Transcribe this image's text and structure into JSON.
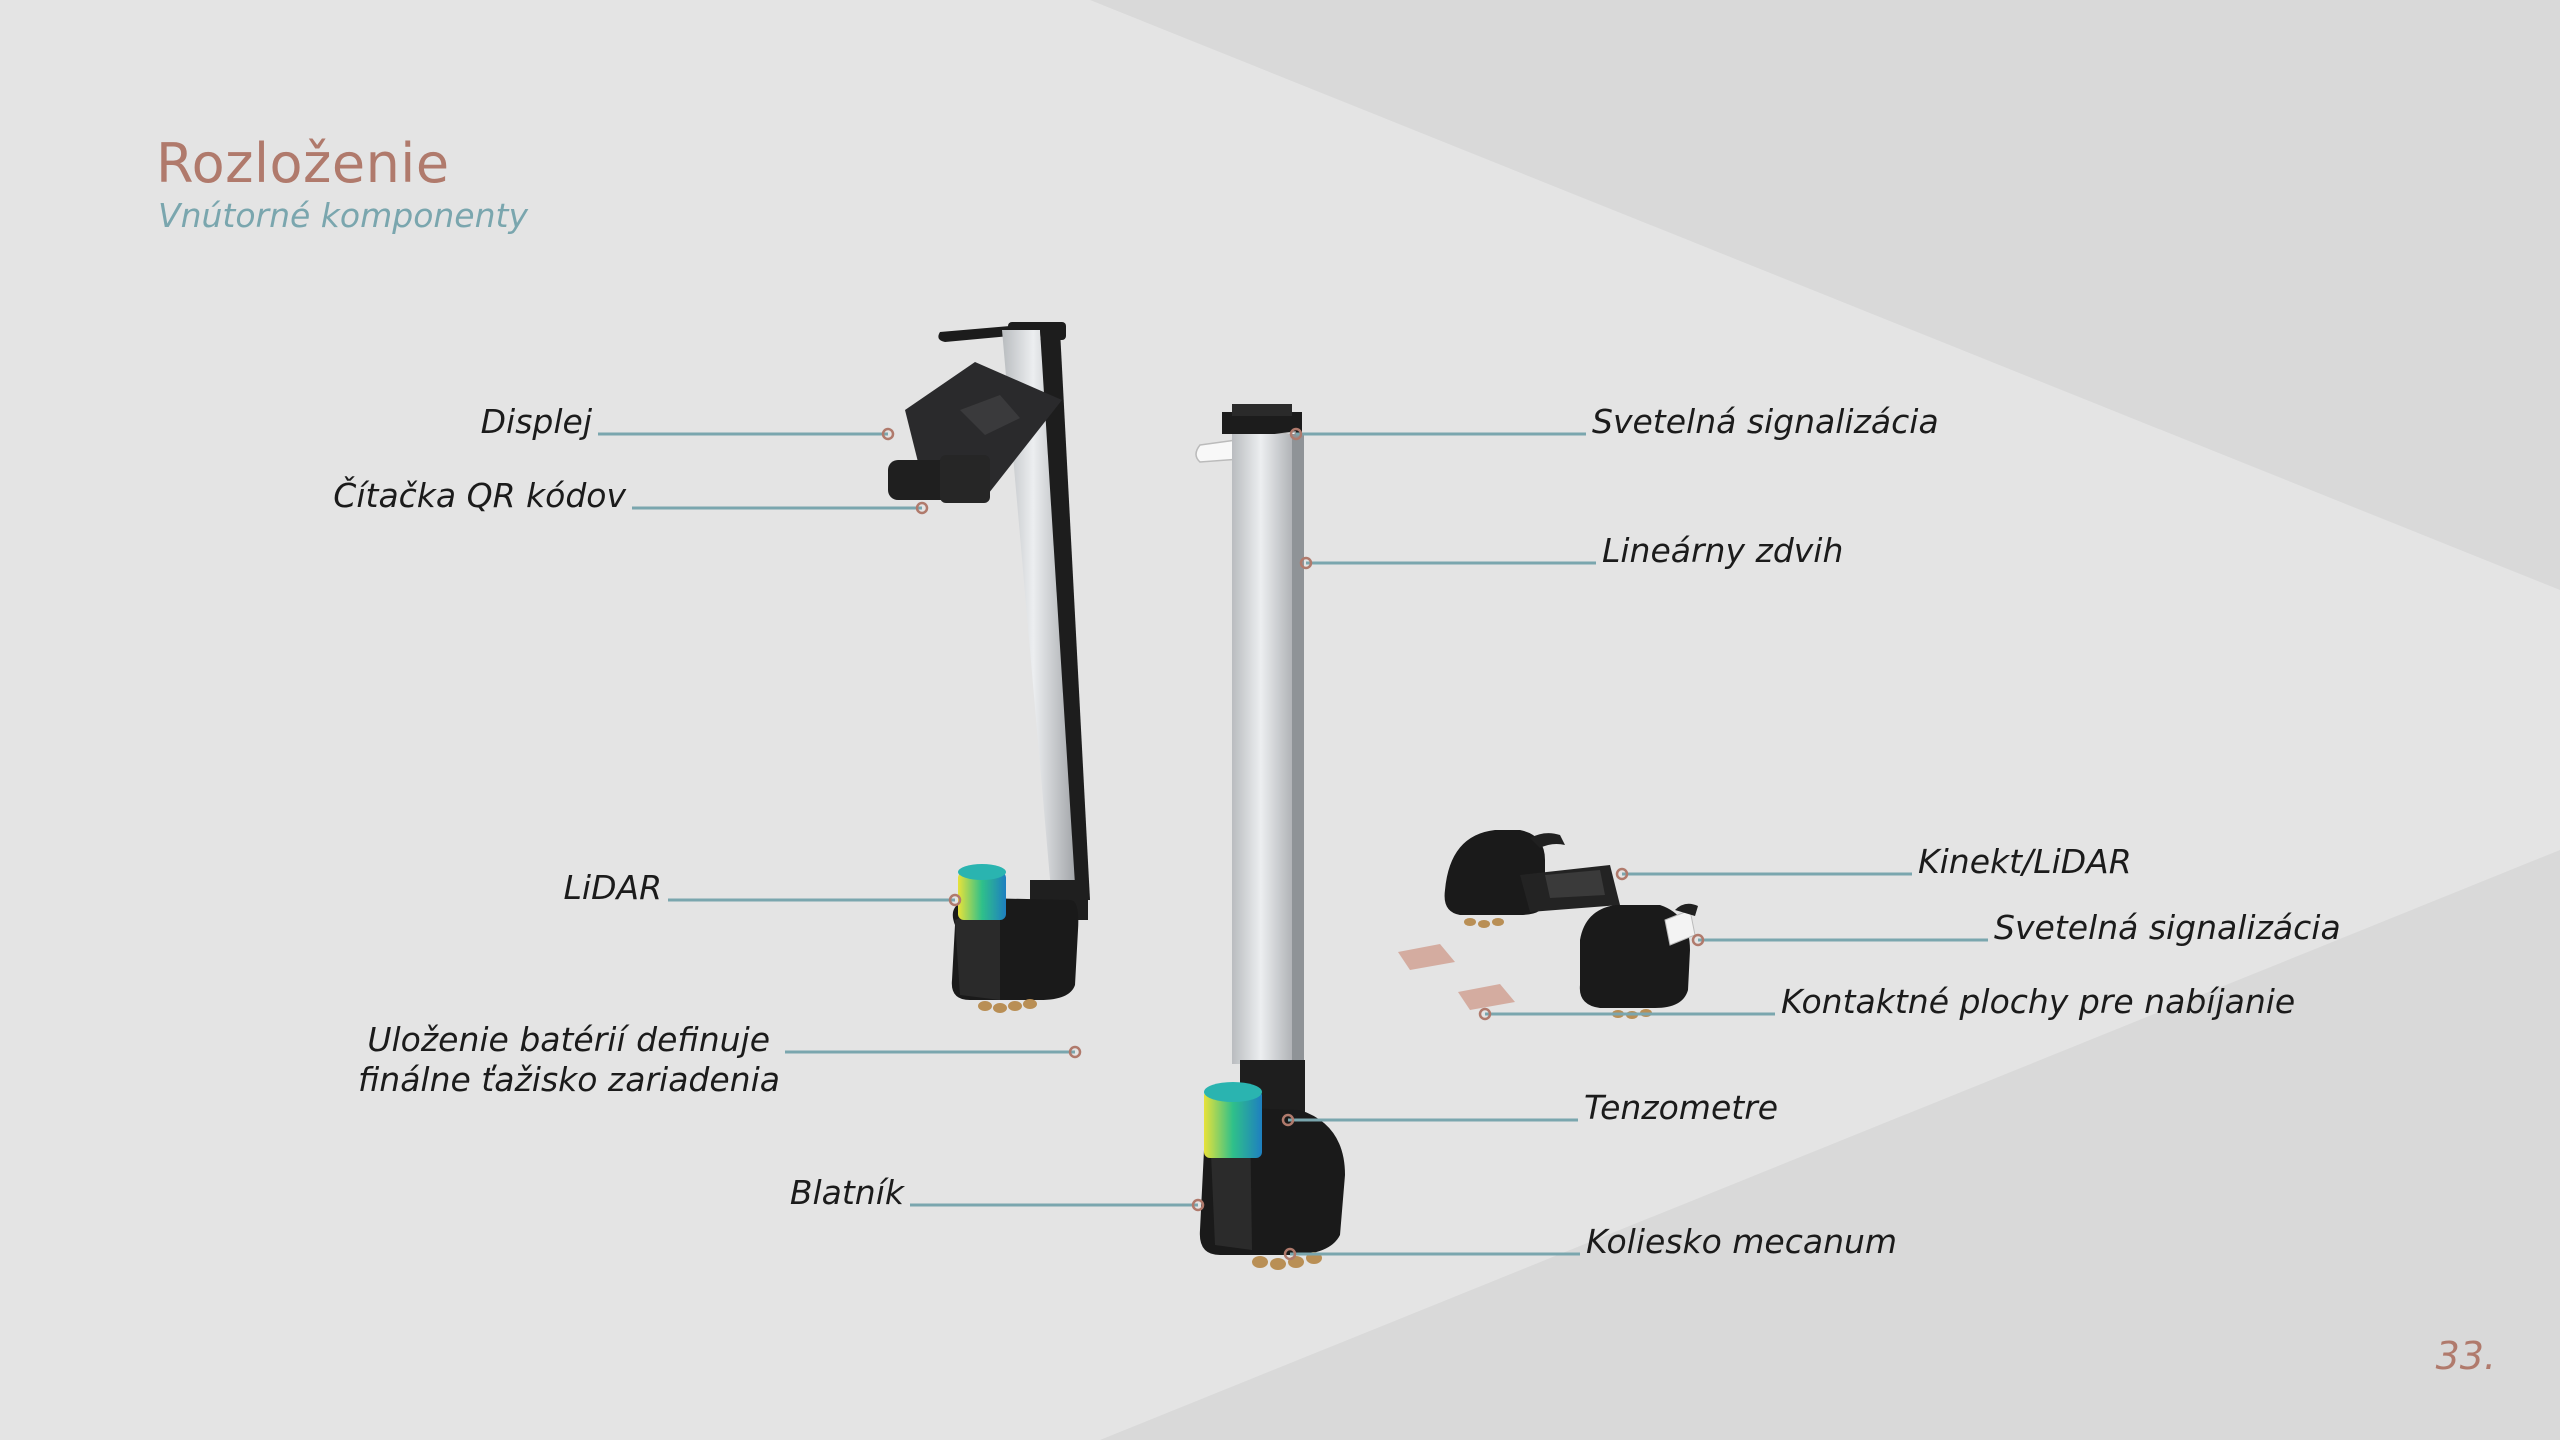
{
  "slide": {
    "title": "Rozloženie",
    "subtitle": "Vnútorné komponenty",
    "page_number": "33."
  },
  "callouts": {
    "display": "Displej",
    "qr_reader": "Čítačka QR kódov",
    "lidar_left": "LiDAR",
    "battery_line1": "Uloženie batérií definuje",
    "battery_line2": "finálne ťažisko zariadenia",
    "fender": "Blatník",
    "light_signal_top": "Svetelná signalizácia",
    "linear_lift": "Lineárny zdvih",
    "kinect_lidar": "Kinekt/LiDAR",
    "light_signal_right": "Svetelná signalizácia",
    "charging_pads": "Kontaktné plochy pre nabíjanie",
    "strain_gauges": "Tenzometre",
    "mecanum_wheel": "Koliesko mecanum"
  },
  "colors": {
    "title": "#b07a6c",
    "subtitle": "#7aa6ae",
    "leader_line": "#7aa6ae",
    "leader_dot": "#b07a6c"
  }
}
